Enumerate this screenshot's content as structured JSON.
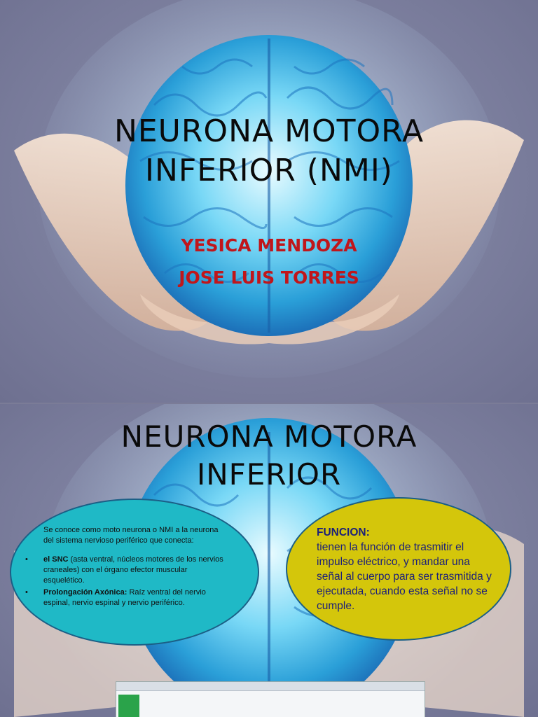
{
  "slide1": {
    "title_line1": "NEURONA MOTORA",
    "title_line2": "INFERIOR (NMI)",
    "author1": "YESICA MENDOZA",
    "author2": "JOSE LUIS TORRES"
  },
  "slide2": {
    "title_line1": "NEURONA MOTORA",
    "title_line2": "INFERIOR",
    "left_bubble": {
      "intro": "Se conoce como moto neurona o NMI  a la neurona del sistema nervioso periférico que conecta:",
      "bullets": [
        {
          "bullet": "•",
          "bold": "el SNC",
          "text": " (asta ventral, núcleos motores de los nervios craneales) con el órgano efector muscular esquelético."
        },
        {
          "bullet": "•",
          "bold": "Prolongación Axónica:",
          "text": " Raíz ventral del nervio espinal, nervio espinal y nervio periférico."
        }
      ]
    },
    "right_bubble": {
      "heading": "FUNCION:",
      "text": "tienen la función de trasmitir el impulso eléctrico, y mandar una señal al cuerpo para ser trasmitida y ejecutada, cuando esta señal no se cumple."
    }
  },
  "colors": {
    "background": "#7d809f",
    "brain": "#6fd0f2",
    "author_text": "#c0161b",
    "left_bubble": "#1fb9c6",
    "right_bubble": "#d4c60b",
    "right_text": "#1b1f7a"
  }
}
